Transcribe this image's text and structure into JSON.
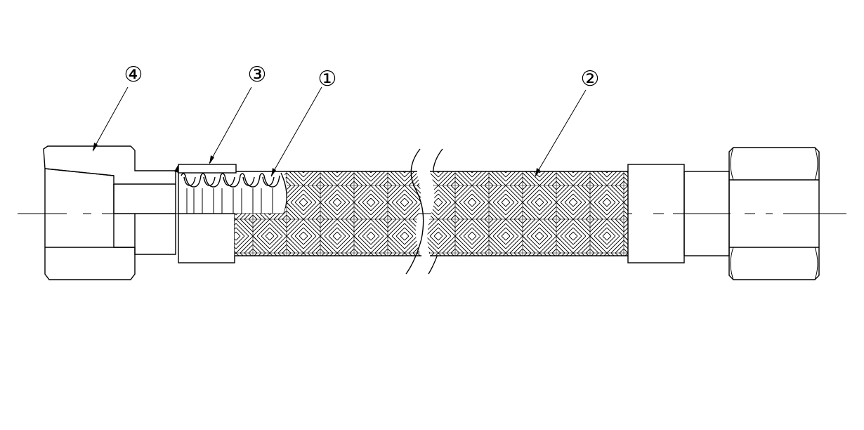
{
  "diagram": {
    "callouts": [
      {
        "id": "callout-4",
        "label": "④"
      },
      {
        "id": "callout-3",
        "label": "③"
      },
      {
        "id": "callout-1",
        "label": "①"
      },
      {
        "id": "callout-2",
        "label": "②"
      }
    ]
  },
  "colors": {
    "line": "#000000",
    "background": "#ffffff"
  }
}
